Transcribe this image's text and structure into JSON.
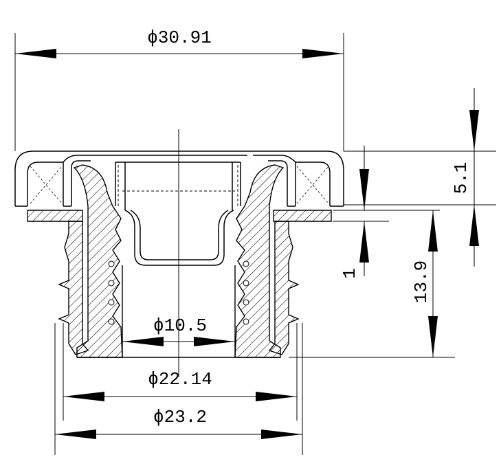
{
  "dimensions": {
    "cap_outer_diameter": "ϕ30.91",
    "cap_height": "5.1",
    "flange_thickness": "1",
    "body_height": "13.9",
    "bore_diameter": "ϕ10.5",
    "body_inner_diameter": "ϕ22.14",
    "body_outer_diameter": "ϕ23.2"
  },
  "colors": {
    "line": "#000000",
    "background": "#ffffff"
  }
}
